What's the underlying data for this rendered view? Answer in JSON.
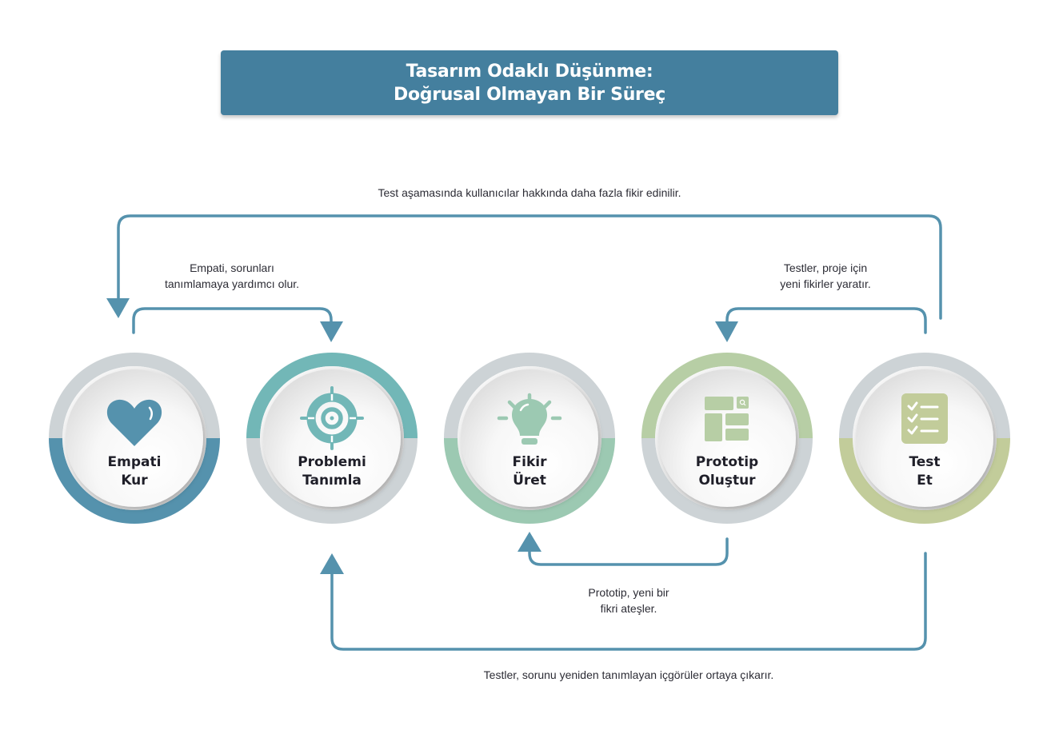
{
  "title": {
    "line1": "Tasarım Odaklı Düşünme:",
    "line2": "Doğrusal Olmayan Bir Süreç"
  },
  "colors": {
    "title_bg": "#447f9e",
    "arrow": "#5592ad",
    "ring_gray": "#cdd3d6",
    "text": "#2c2c35"
  },
  "steps": [
    {
      "id": "empathize",
      "line1": "Empati",
      "line2": "Kur",
      "icon": "heart-icon",
      "color": "#5592ad",
      "colored_half": "bottom"
    },
    {
      "id": "define",
      "line1": "Problemi",
      "line2": "Tanımla",
      "icon": "target-icon",
      "color": "#72b7b7",
      "colored_half": "top"
    },
    {
      "id": "ideate",
      "line1": "Fikir",
      "line2": "Üret",
      "icon": "lightbulb-icon",
      "color": "#9cc9b2",
      "colored_half": "bottom"
    },
    {
      "id": "prototype",
      "line1": "Prototip",
      "line2": "Oluştur",
      "icon": "wireframe-icon",
      "color": "#b7cea5",
      "colored_half": "top"
    },
    {
      "id": "test",
      "line1": "Test",
      "line2": "Et",
      "icon": "checklist-icon",
      "color": "#c2cc9a",
      "colored_half": "bottom"
    }
  ],
  "notes": {
    "test_to_empathize": "Test aşamasında kullanıcılar hakkında daha fazla fikir edinilir.",
    "empathize_to_define_1": "Empati, sorunları",
    "empathize_to_define_2": "tanımlamaya yardımcı olur.",
    "test_to_prototype_1": "Testler, proje için",
    "test_to_prototype_2": "yeni fikirler yaratır.",
    "prototype_to_ideate_1": "Prototip, yeni bir",
    "prototype_to_ideate_2": "fikri ateşler.",
    "test_to_define": "Testler, sorunu yeniden tanımlayan içgörüler ortaya çıkarır."
  }
}
